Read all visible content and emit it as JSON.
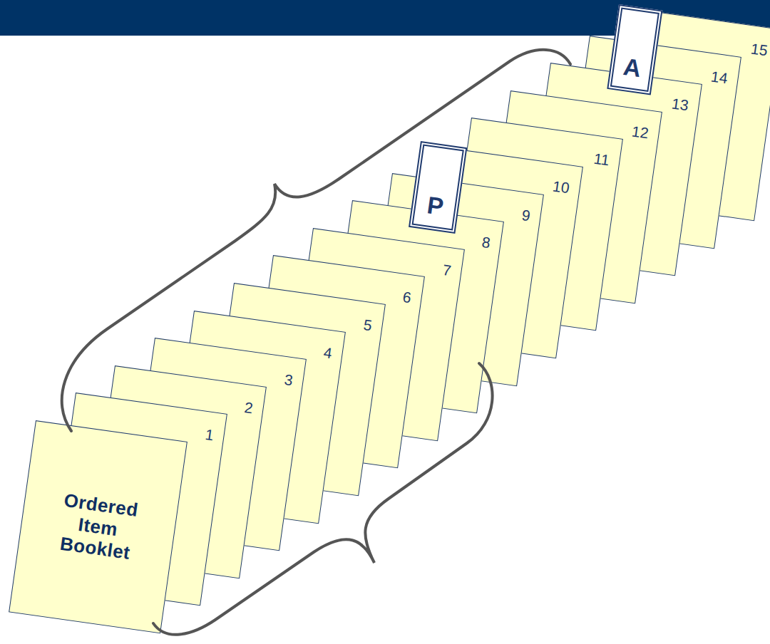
{
  "diagram": {
    "nodes": [
      {
        "text": [
          "Ordered Item Booklet"
        ]
      },
      {
        "text": [
          "1"
        ]
      },
      {
        "text": [
          "2"
        ]
      },
      {
        "text": [
          "3"
        ]
      },
      {
        "text": [
          "4"
        ]
      },
      {
        "text": [
          "5"
        ]
      },
      {
        "text": [
          "6"
        ]
      },
      {
        "text": [
          "7"
        ]
      },
      {
        "text": [
          "8"
        ]
      },
      {
        "text": [
          "9"
        ]
      },
      {
        "text": [
          "10"
        ]
      },
      {
        "text": [
          "11"
        ]
      },
      {
        "text": [
          "12"
        ]
      },
      {
        "text": [
          "13"
        ]
      },
      {
        "text": [
          "14"
        ]
      },
      {
        "text": [
          "15"
        ]
      },
      {
        "text": [
          "P"
        ]
      },
      {
        "text": [
          "A"
        ]
      }
    ]
  }
}
